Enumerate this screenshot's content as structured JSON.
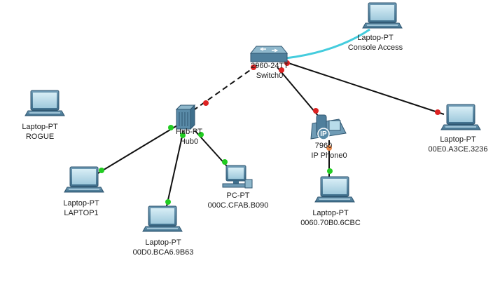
{
  "devices": {
    "console_laptop": {
      "type": "Laptop-PT",
      "name": "Console Access"
    },
    "switch": {
      "type": "2960-24TT",
      "name": "Switch0"
    },
    "rogue": {
      "type": "Laptop-PT",
      "name": "ROGUE"
    },
    "hub": {
      "type": "Hub-PT",
      "name": "Hub0"
    },
    "ip_phone": {
      "type": "7960",
      "name": "IP Phone0",
      "badge": "IP"
    },
    "laptop_e0": {
      "type": "Laptop-PT",
      "name": "00E0.A3CE.3236"
    },
    "laptop1": {
      "type": "Laptop-PT",
      "name": "LAPTOP1"
    },
    "pc": {
      "type": "PC-PT",
      "name": "000C.CFAB.B090"
    },
    "laptop_d0": {
      "type": "Laptop-PT",
      "name": "00D0.BCA6.9B63"
    },
    "laptop_60": {
      "type": "Laptop-PT",
      "name": "0060.70B0.6CBC"
    }
  },
  "colors": {
    "link_up": "#22cc22",
    "link_down": "#dd2222",
    "link_blocked": "#e8884a",
    "console_cable": "#44ccdd",
    "device_body": "#5a8ba8",
    "device_screen": "#b8dcea"
  }
}
